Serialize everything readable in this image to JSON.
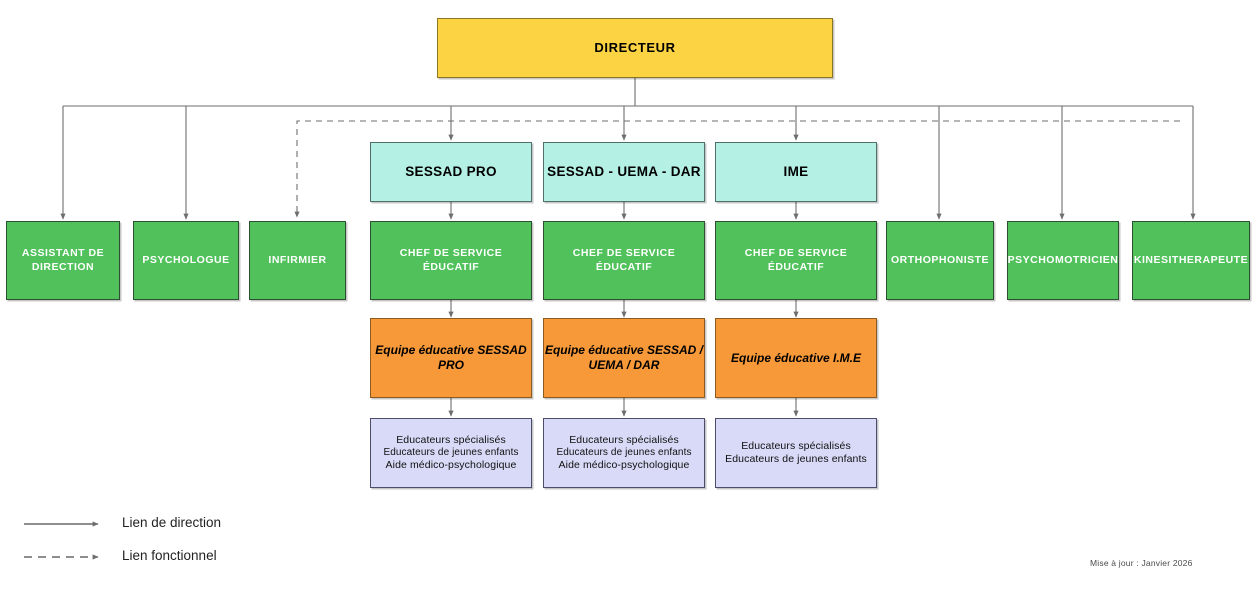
{
  "meta": {
    "update_stamp": "Mise à jour : Janvier 2026"
  },
  "colors": {
    "director": "#FCD443",
    "unit": "#B5F0E5",
    "staff": "#51C25B",
    "team": "#F79939",
    "roles": "#D8DAF7",
    "line": "#6E6E6E",
    "background": "#FFFFFF"
  },
  "director": {
    "label": "DIRECTEUR"
  },
  "units": [
    {
      "label": "SESSAD PRO"
    },
    {
      "label": "SESSAD - UEMA - DAR"
    },
    {
      "label": "IME"
    }
  ],
  "staff_left": [
    {
      "label": "ASSISTANT DE DIRECTION"
    },
    {
      "label": "PSYCHOLOGUE"
    },
    {
      "label": "INFIRMIER"
    }
  ],
  "service_chiefs": [
    {
      "label": "CHEF DE SERVICE ÉDUCATIF"
    },
    {
      "label": "CHEF DE SERVICE ÉDUCATIF"
    },
    {
      "label": "CHEF DE SERVICE ÉDUCATIF"
    }
  ],
  "staff_right": [
    {
      "label": "ORTHOPHONISTE"
    },
    {
      "label": "PSYCHOMOTRICIEN"
    },
    {
      "label": "KINESITHERAPEUTE"
    }
  ],
  "teams": [
    {
      "label": "Equipe éducative SESSAD PRO"
    },
    {
      "label": "Equipe éducative SESSAD / UEMA / DAR"
    },
    {
      "label": "Equipe éducative I.M.E"
    }
  ],
  "roles": [
    {
      "lines": [
        "Educateurs spécialisés",
        "Educateurs de jeunes enfants",
        "Aide médico-psychologique"
      ]
    },
    {
      "lines": [
        "Educateurs spécialisés",
        "Educateurs de jeunes enfants",
        "Aide médico-psychologique"
      ]
    },
    {
      "lines": [
        "Educateurs spécialisés",
        "Educateurs de jeunes enfants"
      ]
    }
  ],
  "legend": [
    {
      "label": "Lien de direction",
      "style": "solid"
    },
    {
      "label": "Lien fonctionnel",
      "style": "dashed"
    }
  ]
}
